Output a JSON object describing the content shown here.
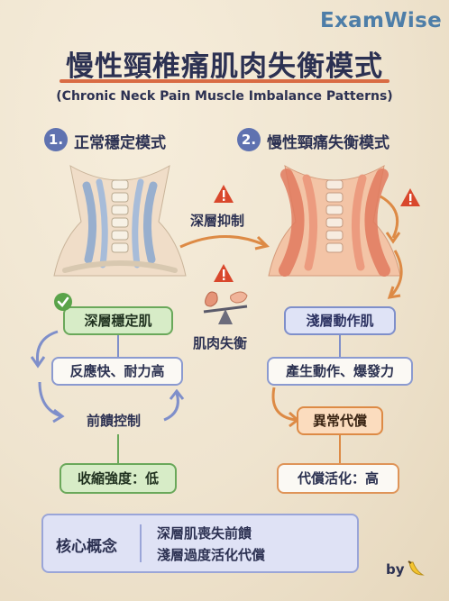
{
  "brand": "ExamWise",
  "title": "慢性頸椎痛肌肉失衡模式",
  "subtitle": "(Chronic Neck Pain Muscle Imbalance Patterns)",
  "left": {
    "num": "1.",
    "heading": "正常穩定模式",
    "deep_stabilizer": "深層穩定肌",
    "properties": "反應快、耐力高",
    "feedforward": "前饋控制",
    "contraction": "收縮強度：低"
  },
  "right": {
    "num": "2.",
    "heading": "慢性頸痛失衡模式",
    "superficial": "淺層動作肌",
    "properties": "產生動作、爆發力",
    "abnormal": "異常代償",
    "compensation": "代償活化：高"
  },
  "center": {
    "inhibition": "深層抑制",
    "imbalance": "肌肉失衡"
  },
  "core": {
    "label": "核心概念",
    "line1": "深層肌喪失前饋",
    "line2": "淺層過度活化代償"
  },
  "footer": {
    "by": "by"
  },
  "colors": {
    "accent_blue": "#5f72b0",
    "title_underline": "#d96b43",
    "green_box": "#d7ecc7",
    "orange_box": "#fbdcbe",
    "blue_box": "#dfe3f6",
    "warning": "#d9472c"
  },
  "icons": [
    "check-icon",
    "warning-icon",
    "balance-scale-icon",
    "banana-icon",
    "cycle-arrow-icon",
    "curved-arrow-icon"
  ]
}
